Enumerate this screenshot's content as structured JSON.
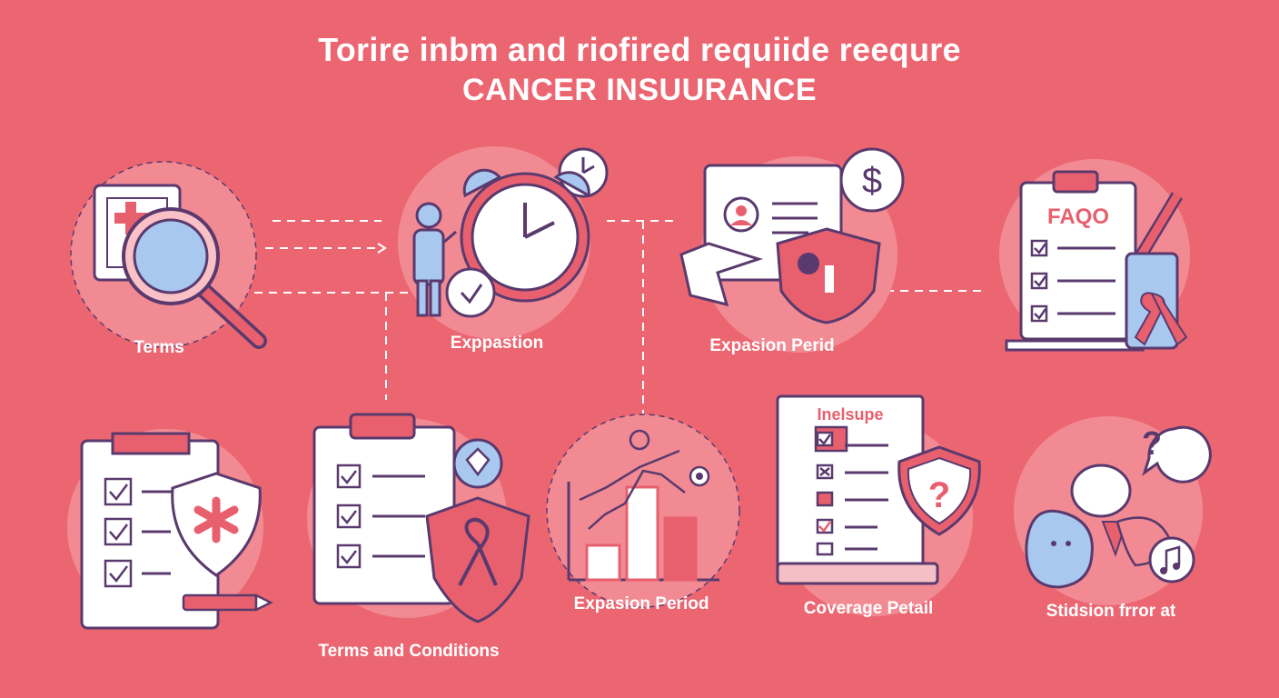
{
  "header": {
    "title_line1": "Torire inbm and riofired requiide reequre",
    "title_line2": "CANCER INSUURANCE"
  },
  "nodes": [
    {
      "id": "terms",
      "label": "Terms",
      "icon": "magnifier-clipboard-icon"
    },
    {
      "id": "expaption",
      "label": "Exppastion",
      "icon": "alarm-clock-icon"
    },
    {
      "id": "expasion-period-top",
      "label": "Expasion Perid",
      "icon": "shield-card-icon"
    },
    {
      "id": "faq",
      "label": "",
      "icon": "faq-clipboard-icon",
      "card_text": "FAQO"
    },
    {
      "id": "checklist-shield",
      "label": "",
      "icon": "checklist-shield-icon"
    },
    {
      "id": "terms-conditions",
      "label": "Terms and Conditions",
      "icon": "ribbon-shield-checklist-icon"
    },
    {
      "id": "expasion-period-bottom",
      "label": "Expasion Period",
      "icon": "bar-chart-icon"
    },
    {
      "id": "coverage-petail",
      "label": "Coverage Petail",
      "icon": "question-shield-document-icon",
      "card_text": "Inelsupe"
    },
    {
      "id": "stidsion",
      "label": "Stidsion frror at",
      "icon": "question-bubble-icon"
    }
  ],
  "colors": {
    "background": "#ec6672",
    "outline": "#5a3a6e",
    "accent_blue": "#a8c8f0",
    "accent_pink": "#e8606e",
    "halo": "#f28a93"
  }
}
